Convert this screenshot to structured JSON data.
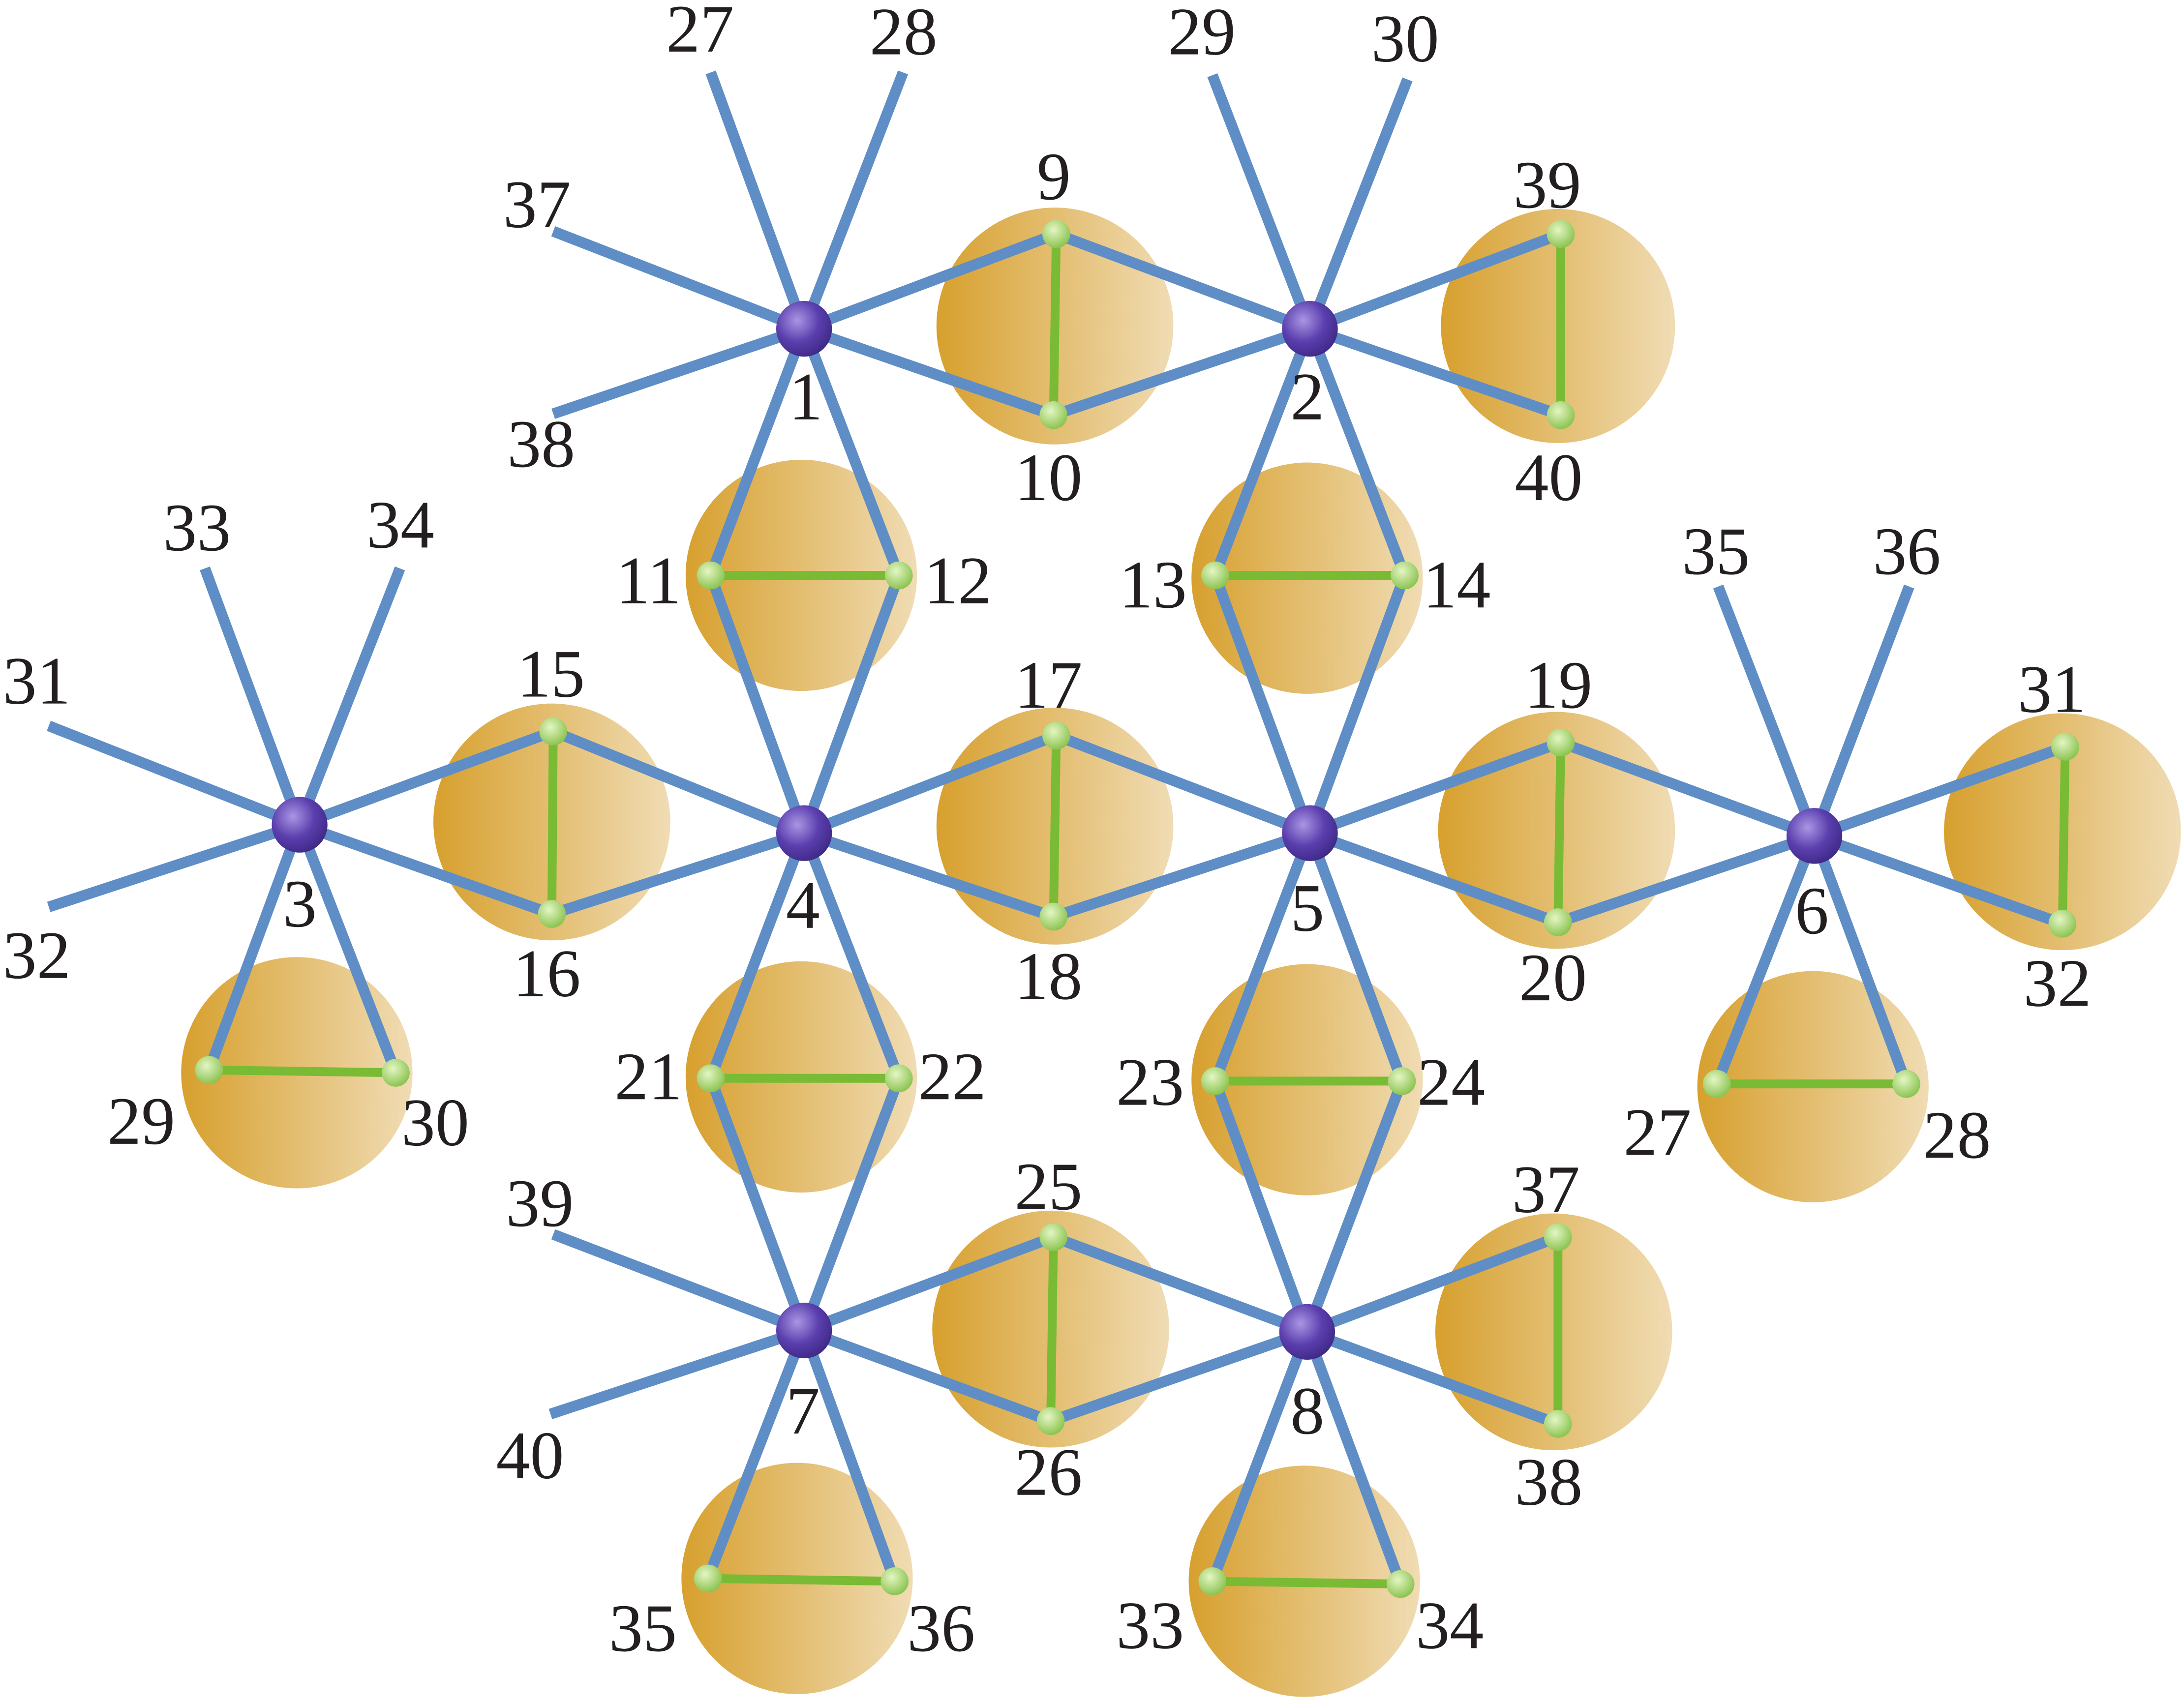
{
  "metal_labels": [
    "1",
    "2",
    "3",
    "4",
    "5",
    "6",
    "7",
    "8"
  ],
  "ligand_labels": [
    "9",
    "10",
    "11",
    "12",
    "13",
    "14",
    "15",
    "16",
    "17",
    "18",
    "19",
    "20",
    "21",
    "22",
    "23",
    "24",
    "25",
    "26",
    "27",
    "28",
    "29",
    "30",
    "31",
    "32",
    "33",
    "34",
    "35",
    "36",
    "37",
    "38",
    "39",
    "40"
  ],
  "external_labels": [
    "27",
    "28",
    "29",
    "30",
    "37",
    "38",
    "33",
    "34",
    "31",
    "32",
    "35",
    "36",
    "39",
    "40"
  ],
  "colors": {
    "metal_node": "#5b3fae",
    "ligand_node": "#9fd36a",
    "blue_bond": "#5f8dc6",
    "green_bond": "#79bb34",
    "disc_dark": "#d7a02e",
    "disc_light": "#f0dcb4",
    "text": "#231f20"
  }
}
